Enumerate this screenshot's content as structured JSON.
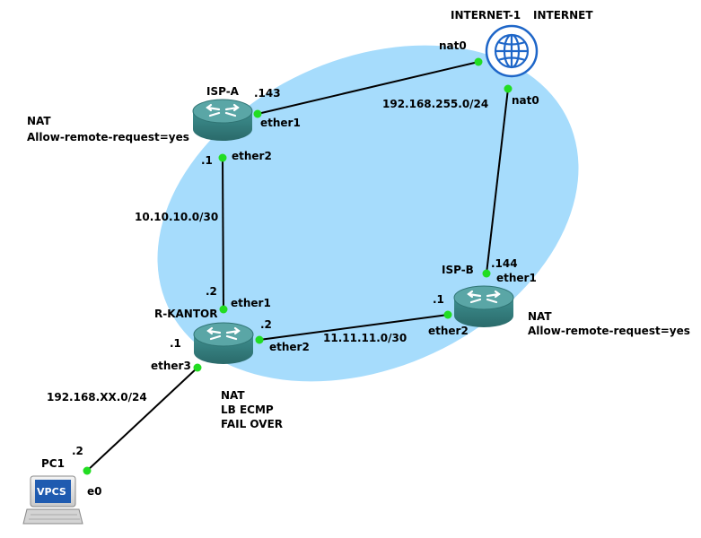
{
  "colors": {
    "cloud": "#a6dcfc",
    "link": "#000000",
    "port": "#22dd22",
    "router_top": "#5aa6a6",
    "router_body": "#3f8c8c",
    "text": "#000000"
  },
  "nodes": {
    "internet": {
      "name": "INTERNET-1",
      "caption": "INTERNET",
      "icon": "globe-icon"
    },
    "isp_a": {
      "name": "ISP-A",
      "icon": "router-icon"
    },
    "isp_b": {
      "name": "ISP-B",
      "icon": "router-icon"
    },
    "r_kantor": {
      "name": "R-KANTOR",
      "icon": "router-icon"
    },
    "pc1": {
      "name": "PC1",
      "badge": "VPCS",
      "icon": "vpcs-computer-icon"
    }
  },
  "ports": {
    "internet_nat0_a": "nat0",
    "internet_nat0_b": "nat0",
    "isp_a_ether1": "ether1",
    "isp_a_ether2": "ether2",
    "isp_b_ether1": "ether1",
    "isp_b_ether2": "ether2",
    "r_kantor_ether1": "ether1",
    "r_kantor_ether2": "ether2",
    "r_kantor_ether3": "ether3",
    "pc1_e0": "e0"
  },
  "addresses": {
    "isp_a_ether1": ".143",
    "isp_a_ether2": ".1",
    "isp_b_ether1": ".144",
    "isp_b_ether2": ".1",
    "r_kantor_ether1": ".2",
    "r_kantor_ether2": ".2",
    "r_kantor_ether3": ".1",
    "pc1_e0": ".2"
  },
  "subnets": {
    "internet": "192.168.255.0/24",
    "isp_a_kantor": "10.10.10.0/30",
    "isp_b_kantor": "11.11.11.0/30",
    "lan": "192.168.XX.0/24"
  },
  "notes": {
    "isp_a": [
      "NAT",
      "Allow-remote-request=yes"
    ],
    "isp_b": [
      "NAT",
      "Allow-remote-request=yes"
    ],
    "r_kantor": [
      "NAT",
      "LB ECMP",
      "FAIL OVER"
    ]
  }
}
